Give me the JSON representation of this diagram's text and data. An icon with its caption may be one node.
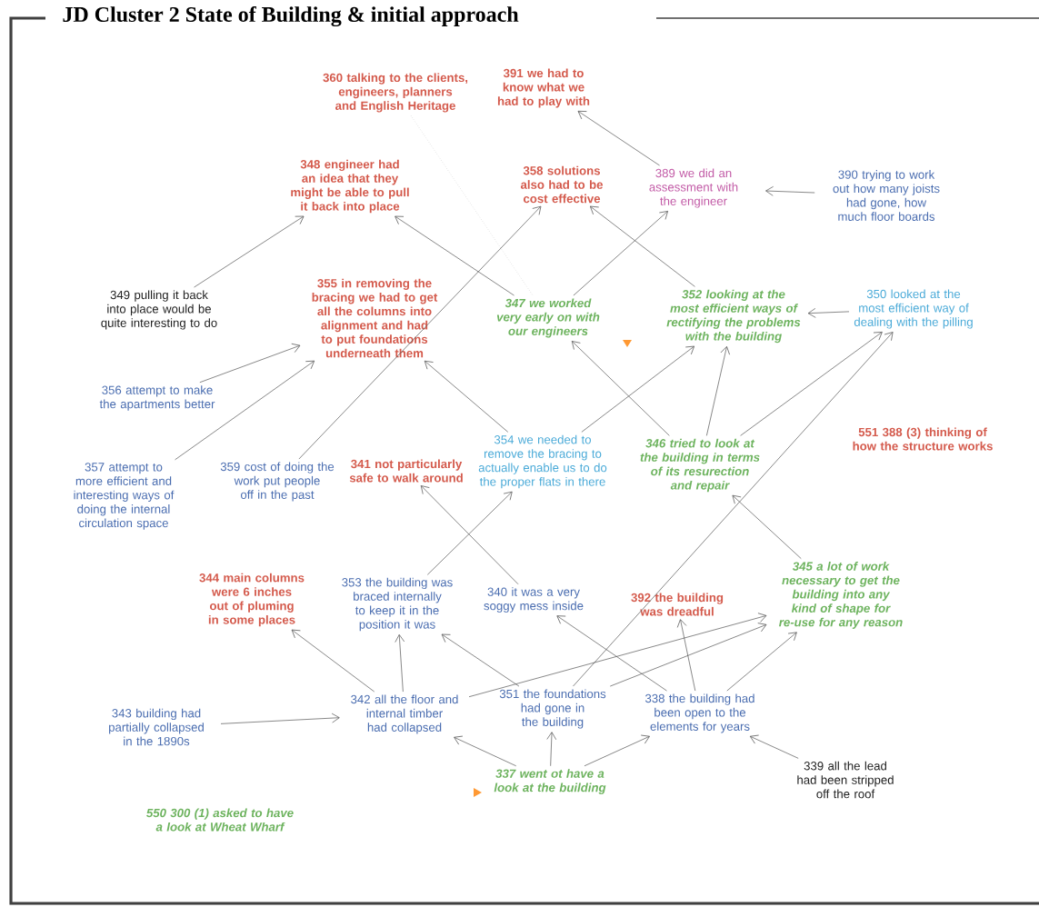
{
  "diagram": {
    "title": "JD Cluster 2 State of Building & initial approach",
    "nodes": [
      {
        "text": [
          "360 talking to the clients, engineers, planners and English Heritage"
        ]
      },
      {
        "text": [
          "391 we had to know what we had to play with"
        ]
      },
      {
        "text": [
          "348 engineer had an idea that they might be able to pull it back into place"
        ]
      },
      {
        "text": [
          "358 solutions also had to be cost effective"
        ]
      },
      {
        "text": [
          "389 we did an assessment with the engineer"
        ]
      },
      {
        "text": [
          "390 trying to work out how many joists had gone, how much floor boards"
        ]
      },
      {
        "text": [
          "349 pulling it back into place would be quite interesting to do"
        ]
      },
      {
        "text": [
          "355 in removing the bracing we had to get all the columns into alignment and had to put foundations underneath them"
        ]
      },
      {
        "text": [
          "347 we worked very early on with our engineers"
        ]
      },
      {
        "text": [
          "352 looking at the most efficient ways of rectifying the problems with the building"
        ]
      },
      {
        "text": [
          "350 looked at the most efficient way of dealing with the pilling"
        ]
      },
      {
        "text": [
          "356 attempt to make the apartments better"
        ]
      },
      {
        "text": [
          "357 attempt to more efficient and interesting ways of doing the internal circulation space"
        ]
      },
      {
        "text": [
          "359 cost of doing the work put people off in the past"
        ]
      },
      {
        "text": [
          "341 not particularly safe to walk around"
        ]
      },
      {
        "text": [
          "354 we needed to remove the bracing to actually enable us to do the proper flats in there"
        ]
      },
      {
        "text": [
          "346 tried to look at the building in terms of its resurection and repair"
        ]
      },
      {
        "text": [
          "551 388 (3) thinking of how the structure works"
        ]
      },
      {
        "text": [
          "344 main columns were 6 inches out of pluming in some places"
        ]
      },
      {
        "text": [
          "353 the building was braced internally to keep it in the position it was"
        ]
      },
      {
        "text": [
          "340 it was a very soggy mess inside"
        ]
      },
      {
        "text": [
          "392 the building was dreadful"
        ]
      },
      {
        "text": [
          "345 a lot of work necessary to get the building into any kind of shape for re-use for any reason"
        ]
      },
      {
        "text": [
          "343 building had partially collapsed in the 1890s"
        ]
      },
      {
        "text": [
          "342 all the floor and internal timber had collapsed"
        ]
      },
      {
        "text": [
          "351 the foundations had gone in the building"
        ]
      },
      {
        "text": [
          "338 the building had been open to the elements for years"
        ]
      },
      {
        "text": [
          "337 went ot have a look at the building"
        ]
      },
      {
        "text": [
          "339 all the lead had been stripped off the roof"
        ]
      },
      {
        "text": [
          "550 300 (1) asked to have a look at Wheat Wharf"
        ]
      }
    ],
    "edges": [
      {
        "from": 6,
        "to": 2,
        "arrow": "to"
      },
      {
        "from": 8,
        "to": 2,
        "arrow": "to"
      },
      {
        "from": 8,
        "to": 4,
        "arrow": "to"
      },
      {
        "from": 4,
        "to": 1,
        "arrow": "to"
      },
      {
        "from": 5,
        "to": 4,
        "arrow": "to"
      },
      {
        "from": 9,
        "to": 3,
        "arrow": "to"
      },
      {
        "from": 13,
        "to": 3,
        "arrow": "to"
      },
      {
        "from": 0,
        "to": 8,
        "arrow": "none",
        "style": "dashed",
        "color": "#c8c8c8"
      },
      {
        "from": 11,
        "to": 7,
        "arrow": "to"
      },
      {
        "from": 12,
        "to": 7,
        "arrow": "to"
      },
      {
        "from": 15,
        "to": 7,
        "arrow": "to"
      },
      {
        "from": 10,
        "to": 9,
        "arrow": "to"
      },
      {
        "from": 16,
        "to": 8,
        "arrow": "to"
      },
      {
        "from": 15,
        "to": 9,
        "arrow": "to"
      },
      {
        "from": 16,
        "to": 9,
        "arrow": "to"
      },
      {
        "from": 16,
        "to": 10,
        "arrow": "to"
      },
      {
        "from": 25,
        "to": 10,
        "arrow": "to"
      },
      {
        "from": 22,
        "to": 16,
        "arrow": "to"
      },
      {
        "from": 19,
        "to": 15,
        "arrow": "to"
      },
      {
        "from": 20,
        "to": 14,
        "arrow": "to"
      },
      {
        "from": 24,
        "to": 18,
        "arrow": "to"
      },
      {
        "from": 24,
        "to": 19,
        "arrow": "to"
      },
      {
        "from": 25,
        "to": 19,
        "arrow": "to"
      },
      {
        "from": 24,
        "to": 22,
        "arrow": "to"
      },
      {
        "from": 25,
        "to": 22,
        "arrow": "to"
      },
      {
        "from": 26,
        "to": 22,
        "arrow": "to"
      },
      {
        "from": 26,
        "to": 21,
        "arrow": "to"
      },
      {
        "from": 26,
        "to": 20,
        "arrow": "to"
      },
      {
        "from": 27,
        "to": 24,
        "arrow": "to"
      },
      {
        "from": 27,
        "to": 25,
        "arrow": "to"
      },
      {
        "from": 27,
        "to": 26,
        "arrow": "to"
      },
      {
        "from": 28,
        "to": 26,
        "arrow": "to"
      },
      {
        "from": 23,
        "to": 24,
        "arrow": "to"
      }
    ]
  }
}
